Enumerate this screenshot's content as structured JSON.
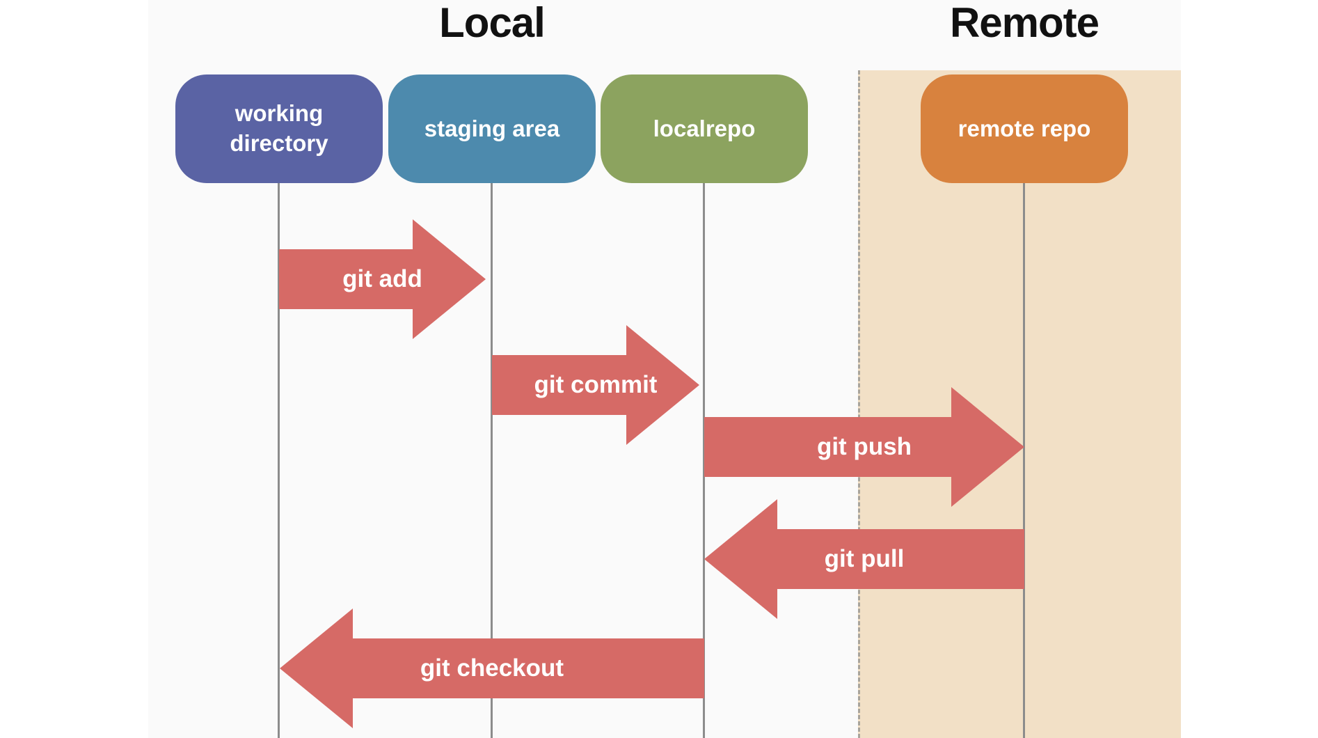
{
  "diagram": {
    "title_local": "Local",
    "title_remote": "Remote",
    "nodes": [
      {
        "id": "working-directory",
        "label": "working directory"
      },
      {
        "id": "staging-area",
        "label": "staging area"
      },
      {
        "id": "localrepo",
        "label": "localrepo"
      },
      {
        "id": "remote-repo",
        "label": "remote repo"
      }
    ],
    "arrows": [
      {
        "label": "git add",
        "from": "working directory",
        "to": "staging area",
        "direction": "right"
      },
      {
        "label": "git commit",
        "from": "staging area",
        "to": "localrepo",
        "direction": "right"
      },
      {
        "label": "git push",
        "from": "localrepo",
        "to": "remote repo",
        "direction": "right"
      },
      {
        "label": "git pull",
        "from": "remote repo",
        "to": "localrepo",
        "direction": "left"
      },
      {
        "label": "git checkout",
        "from": "localrepo",
        "to": "working directory",
        "direction": "left"
      }
    ],
    "colors": {
      "arrow": "#d66a66",
      "node-working": "#5a63a4",
      "node-staging": "#4d8aad",
      "node-localrepo": "#8ca35f",
      "node-remote": "#d8823e",
      "node-text": "#ffffff",
      "remote-region": "#f2e0c6",
      "region-border": "#a8a49c",
      "lifeline": "#8c8c8c",
      "figure-bg": "#fafafa",
      "title-text": "#111111"
    }
  }
}
